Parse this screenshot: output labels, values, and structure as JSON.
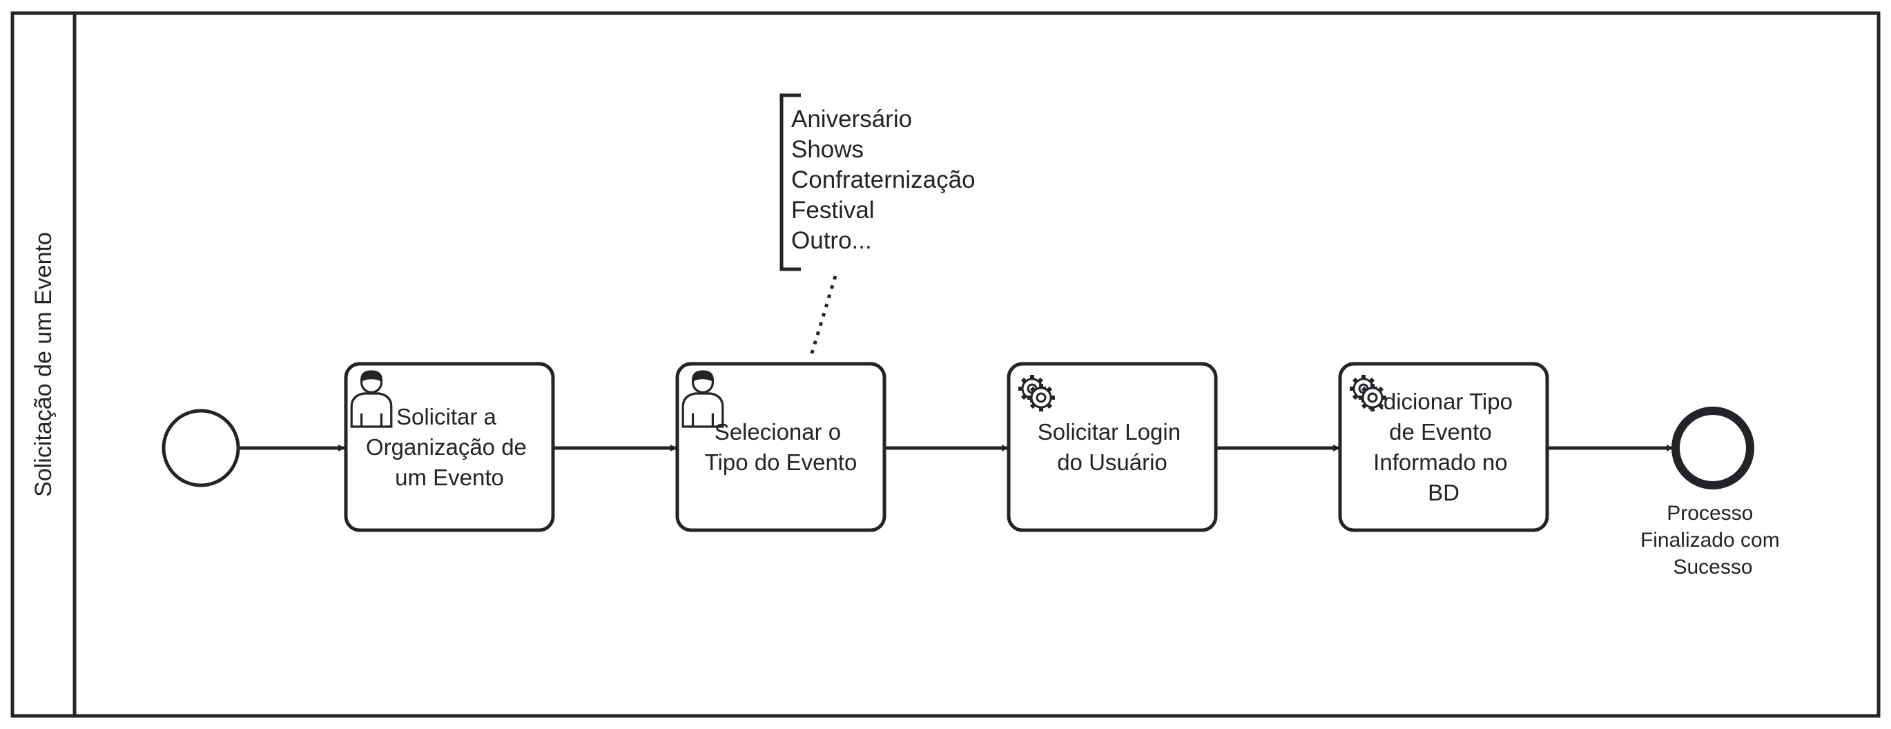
{
  "pool": {
    "lane_label": "Solicitação de um Evento"
  },
  "tasks": [
    {
      "type": "user",
      "icon": "user-icon",
      "lines": [
        "Solicitar a",
        "Organização de",
        "um Evento"
      ]
    },
    {
      "type": "user",
      "icon": "user-icon",
      "lines": [
        "Selecionar o",
        "Tipo do Evento"
      ]
    },
    {
      "type": "service",
      "icon": "gear-icon",
      "lines": [
        "Solicitar Login",
        "do Usuário"
      ]
    },
    {
      "type": "service",
      "icon": "gear-icon",
      "lines": [
        "Adicionar Tipo",
        "de Evento",
        "Informado no",
        "BD"
      ]
    }
  ],
  "annotation": {
    "items": [
      "Aniversário",
      "Shows",
      "Confraternização",
      "Festival",
      "Outro..."
    ]
  },
  "end_event": {
    "lines": [
      "Processo",
      "Finalizado com",
      "Sucesso"
    ]
  },
  "colors": {
    "stroke": "#222428",
    "background": "#ffffff"
  }
}
